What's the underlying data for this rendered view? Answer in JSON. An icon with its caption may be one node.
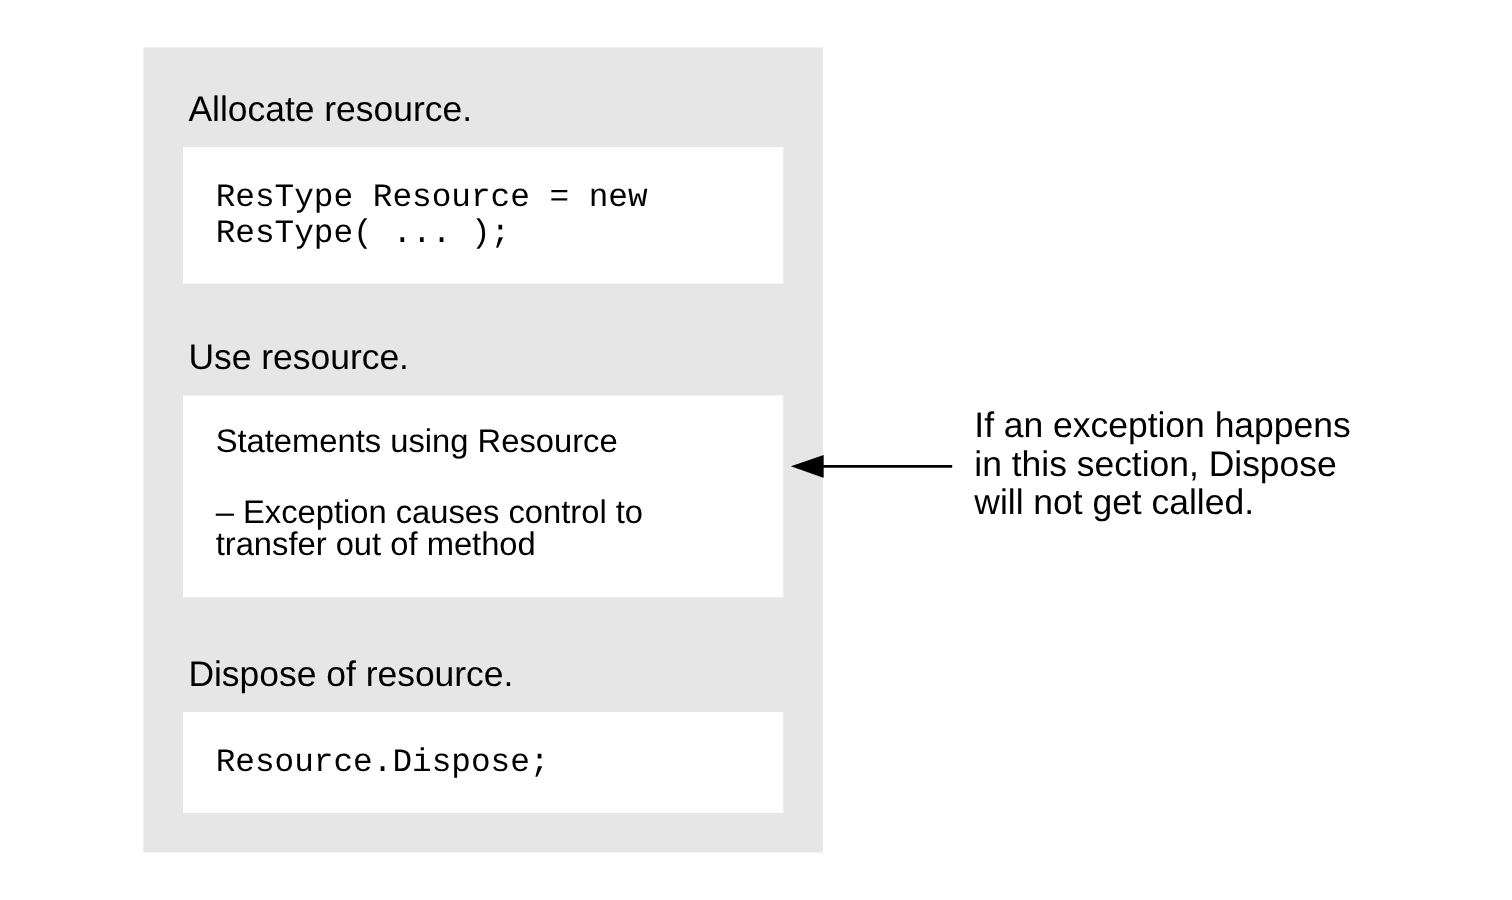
{
  "diagram": {
    "nodes": [
      {
        "text": [],
        "shape": "box"
      },
      {
        "text": [
          "Allocate resource.",
          "ResType Resource = new ResType( ... );"
        ],
        "in": 0
      },
      {
        "text": [
          "Use resource.",
          "Statements using Resource",
          "– Exception causes control to transfer out of method"
        ],
        "in": 0
      },
      {
        "text": [
          "Dispose of resource.",
          "Resource.Dispose;"
        ],
        "in": 0
      },
      {
        "text": [
          "If an exception happens in this section, Dispose will not get called."
        ]
      }
    ],
    "edges": [
      {
        "from": 4,
        "to": 2,
        "arrow": "to"
      }
    ]
  }
}
